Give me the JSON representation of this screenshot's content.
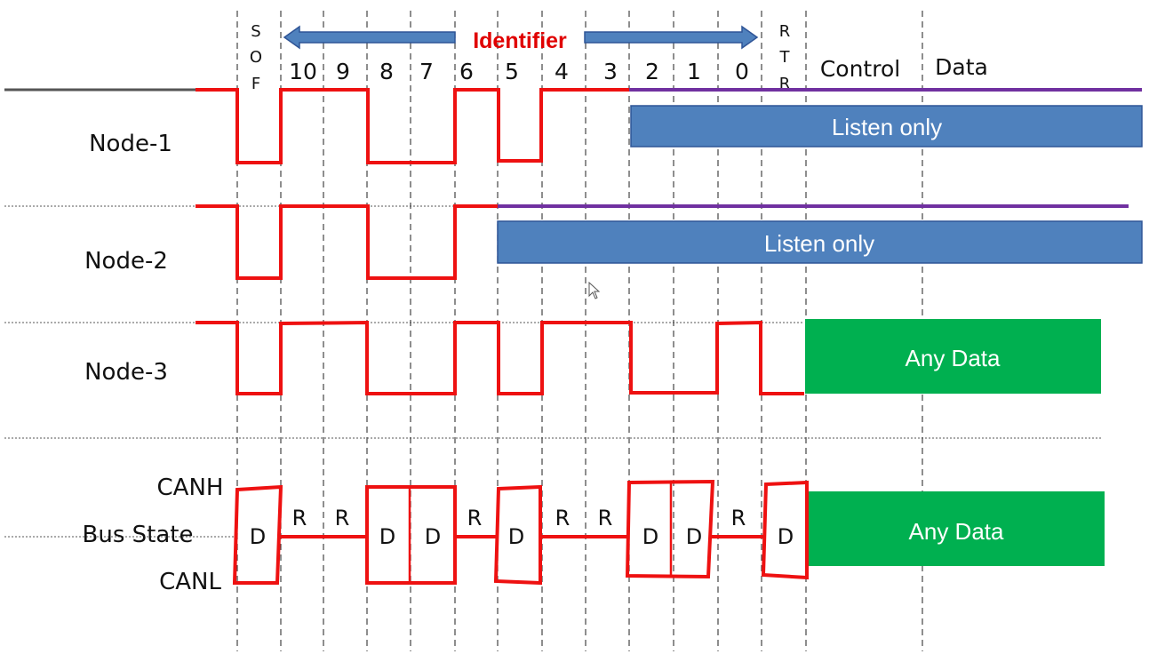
{
  "header": {
    "sof_letters": [
      "S",
      "O",
      "F"
    ],
    "rtr_letters": [
      "R",
      "T",
      "R"
    ],
    "identifier_label": "Identifier",
    "bits": [
      "10",
      "9",
      "8",
      "7",
      "6",
      "5",
      "4",
      "3",
      "2",
      "1",
      "0"
    ],
    "control_label": "Control",
    "data_label": "Data"
  },
  "nodes": [
    {
      "label": "Node-1",
      "box_text": "Listen only"
    },
    {
      "label": "Node-2",
      "box_text": "Listen only"
    },
    {
      "label": "Node-3",
      "box_text": "Any Data"
    }
  ],
  "bus": {
    "canh_label": "CANH",
    "bus_state_label": "Bus State",
    "canl_label": "CANL",
    "states": [
      "D",
      "R",
      "R",
      "D",
      "D",
      "R",
      "D",
      "R",
      "R",
      "D",
      "D",
      "R",
      "D"
    ],
    "box_text": "Any Data"
  },
  "colors": {
    "signal": "#ee1111",
    "listen_box": "#4f81bd",
    "data_box": "#00b050",
    "recessive_line": "#7030a0",
    "identifier_arrow": "#4f81bd"
  }
}
